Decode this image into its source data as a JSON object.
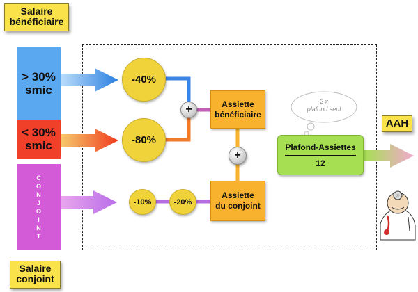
{
  "labels": {
    "salaire_beneficiaire": [
      "Salaire",
      "bénéficiaire"
    ],
    "salaire_conjoint": [
      "Salaire",
      "conjoint"
    ],
    "aah": "AAH"
  },
  "bands": {
    "above": [
      "> 30%",
      "smic"
    ],
    "below": [
      "< 30%",
      "smic"
    ],
    "conjoint_letters": [
      "C",
      "O",
      "N",
      "J",
      "O",
      "I",
      "N",
      "T"
    ]
  },
  "circles": {
    "above": "-40%",
    "below": "-80%",
    "conjoint_first": "-10%",
    "conjoint_second": "-20%"
  },
  "operators": {
    "plus_top": "+",
    "plus_mid": "+"
  },
  "assiettes": {
    "beneficiaire": [
      "Assiette",
      "bénéficiaire"
    ],
    "conjoint": [
      "Assiette",
      "du conjoint"
    ]
  },
  "plafond": {
    "numerator": "Plafond-Assiettes",
    "denominator": "12"
  },
  "thought_bubble": [
    "2 x",
    "plafond seul"
  ],
  "colors": {
    "band_above": "#5aa8ef",
    "band_below": "#f0402a",
    "band_conjoint": "#d35bd8",
    "sticky": "#f9e24a",
    "circle": "#f0d33a",
    "assiette": "#f8b22e",
    "plafond": "#a6e052"
  }
}
